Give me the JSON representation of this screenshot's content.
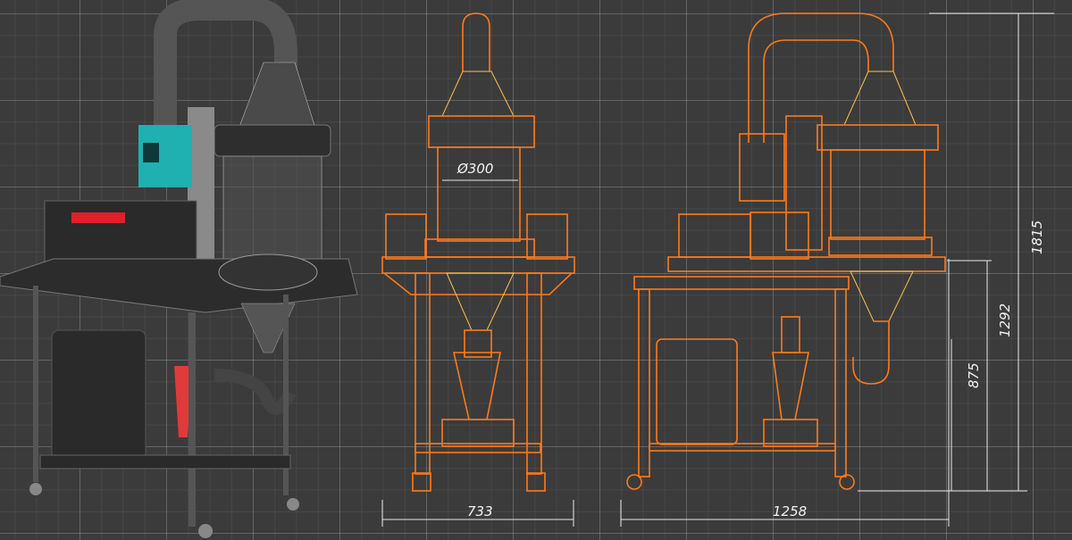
{
  "dimensions": {
    "diameter": "Ø300",
    "width_front": "733",
    "width_side": "1258",
    "height_total": "1815",
    "height_table": "1292",
    "height_lower": "875"
  },
  "colors": {
    "background": "#3b3b3b",
    "outline": "#ff7a1a",
    "highlight": "#ffc04a",
    "render_accent": "#1fb5b5",
    "render_red": "#e0202a"
  }
}
